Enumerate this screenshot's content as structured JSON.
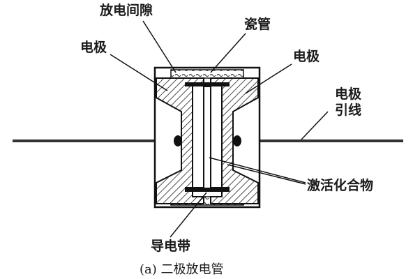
{
  "labels": {
    "gap": "放电间隙",
    "ceramic_tube": "瓷管",
    "electrode_left": "电极",
    "electrode_right": "电极",
    "lead_line1": "电极",
    "lead_line2": "引线",
    "activator": "激活化合物",
    "conductive_band": "导电带"
  },
  "caption": "(a) 二极放电管"
}
